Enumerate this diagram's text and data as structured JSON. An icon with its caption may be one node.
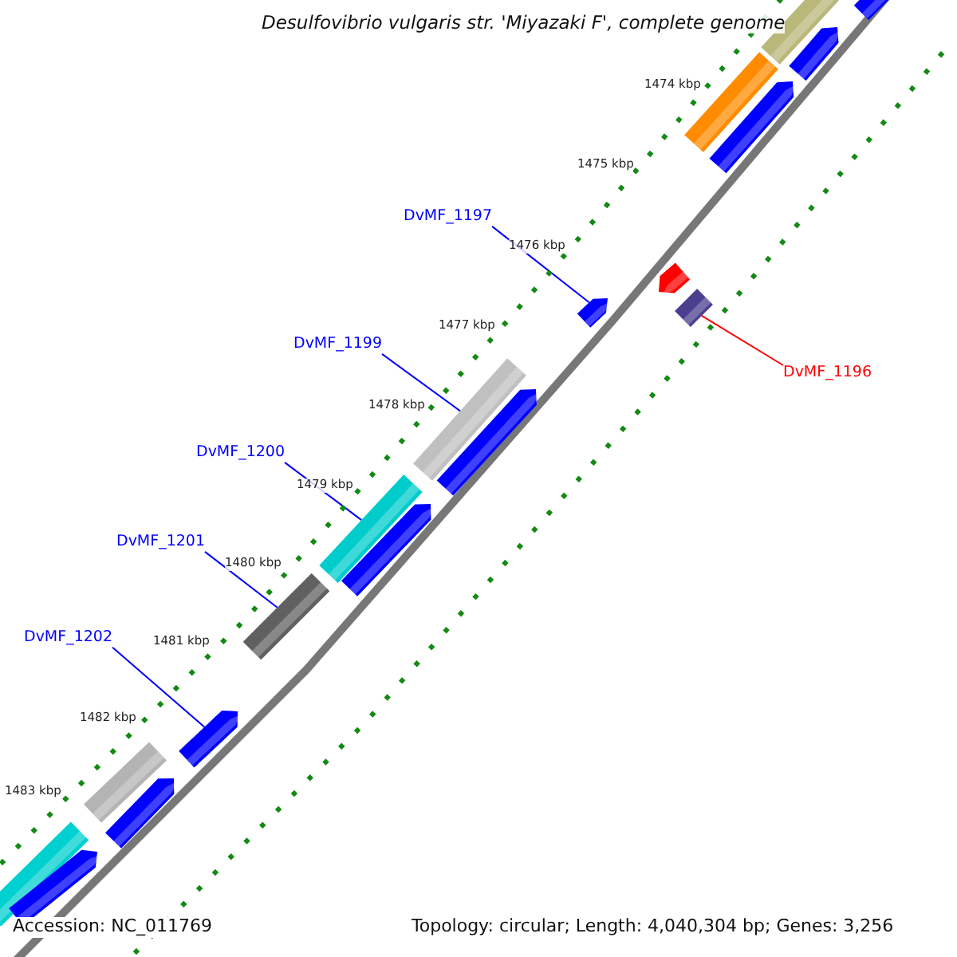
{
  "diagram": {
    "title": "Desulfovibrio vulgaris str. 'Miyazaki F', complete genome",
    "nodes": [
      {
        "text": [
          "DvMF_1197"
        ]
      },
      {
        "text": [
          "DvMF_1199"
        ]
      },
      {
        "text": [
          "DvMF_1196"
        ]
      },
      {
        "text": [
          "DvMF_1200"
        ]
      },
      {
        "text": [
          "DvMF_1201"
        ]
      },
      {
        "text": [
          "DvMF_1202"
        ]
      },
      {
        "text": [],
        "shape": "bar"
      },
      {
        "text": [],
        "shape": "arrow"
      },
      {
        "text": [],
        "shape": "bar"
      },
      {
        "text": [],
        "shape": "bar"
      },
      {
        "text": [],
        "shape": "bar"
      },
      {
        "text": [],
        "shape": "arrow"
      }
    ],
    "edges": [
      {
        "from": 0,
        "to": 7,
        "arrow": "none"
      },
      {
        "from": 1,
        "to": 8,
        "arrow": "none"
      },
      {
        "from": 2,
        "to": 6,
        "arrow": "none",
        "color": "#ff0000"
      },
      {
        "from": 3,
        "to": 9,
        "arrow": "none"
      },
      {
        "from": 4,
        "to": 10,
        "arrow": "none"
      },
      {
        "from": 5,
        "to": 11,
        "arrow": "none"
      }
    ],
    "labels": [
      "1474 kbp",
      "1475 kbp",
      "1476 kbp",
      "1477 kbp",
      "1478 kbp",
      "1479 kbp",
      "1480 kbp",
      "1481 kbp",
      "1482 kbp",
      "1483 kbp",
      "Accession: NC_011769",
      "Topology: circular; Length: 4,040,304 bp; Genes: 3,256"
    ]
  }
}
